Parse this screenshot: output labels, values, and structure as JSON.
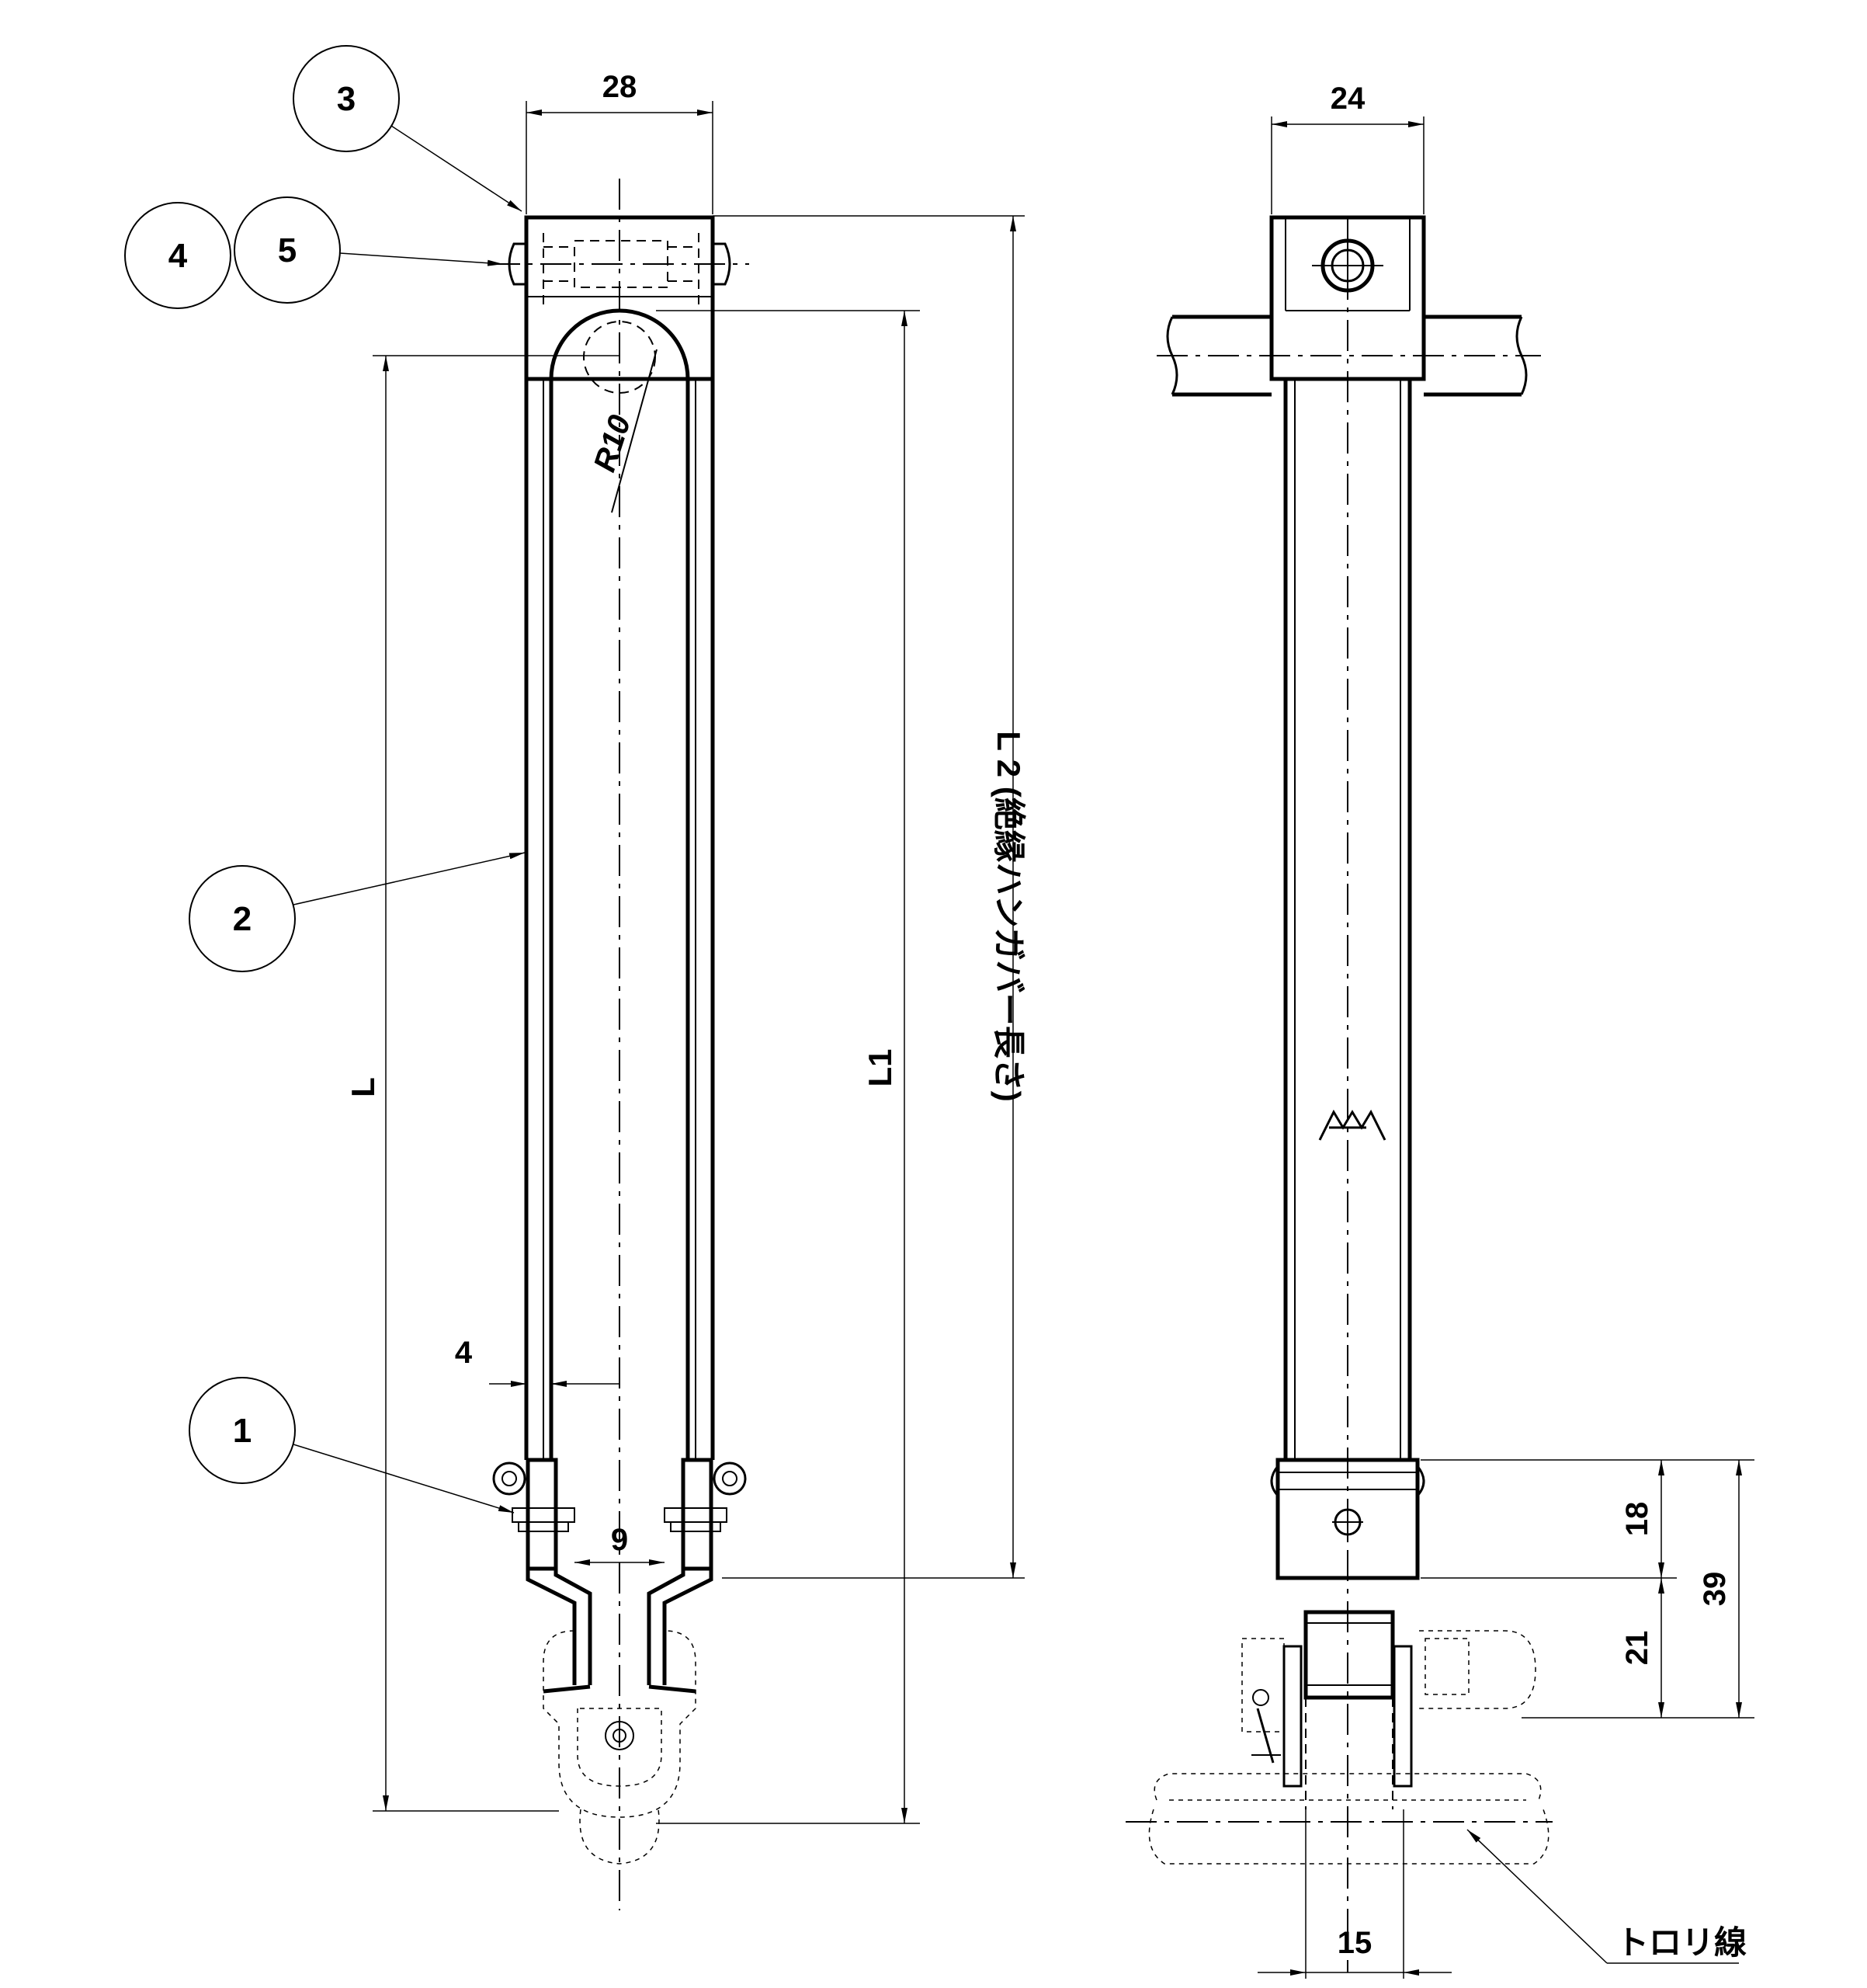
{
  "callouts": {
    "c1": "1",
    "c2": "2",
    "c3": "3",
    "c4": "4",
    "c5": "5"
  },
  "dimensions": {
    "front_width": "28",
    "side_width": "24",
    "radius": "R10",
    "wall": "4",
    "gap": "9",
    "length_L": "L",
    "length_L1": "L1",
    "length_L2": "L 2 (絶縁ハンガバー長さ)",
    "d18": "18",
    "d21": "21",
    "d39": "39",
    "d15": "15"
  },
  "labels": {
    "trolley_wire": "トロリ線"
  },
  "icons": {
    "maker_mark": "maker-logo-icon"
  }
}
